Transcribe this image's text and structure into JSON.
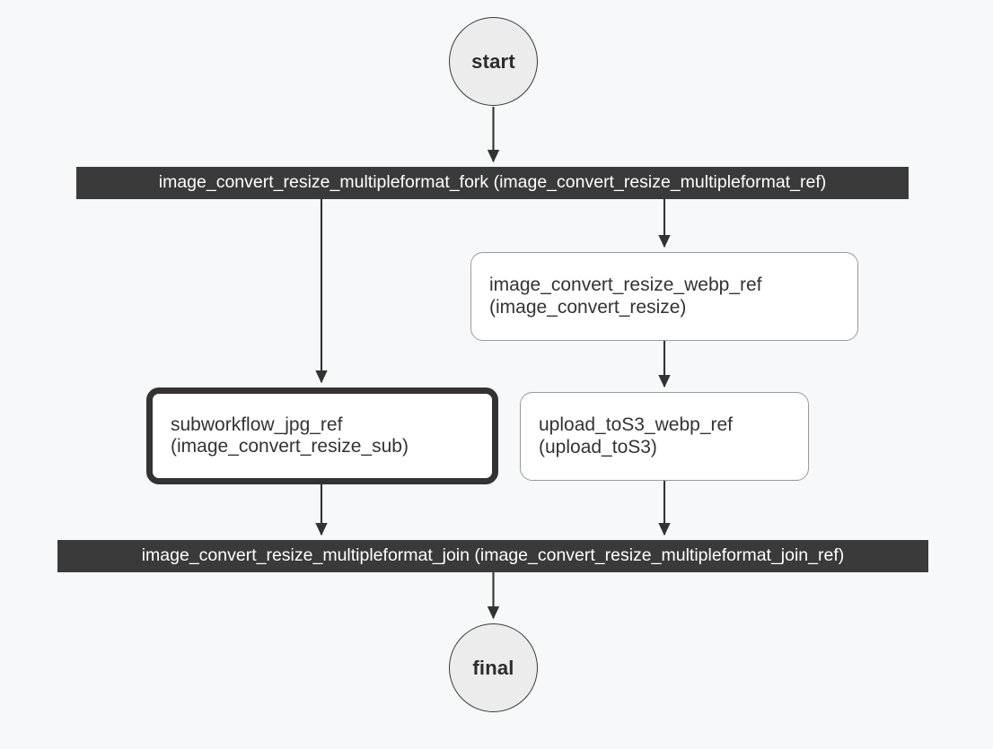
{
  "diagram": {
    "type": "flowchart",
    "direction": "top-to-bottom",
    "background_color": "#f7f8fa",
    "edge_color": "#333333",
    "bar_fill_color": "#3a3a3a",
    "bar_text_color": "#ffffff",
    "node_fill_color": "#ffffff",
    "node_border_color": "#9a9a9a",
    "terminal_fill_color": "#ececec",
    "terminal_border_color": "#3a3a3a"
  },
  "nodes": {
    "start": {
      "label": "start",
      "shape": "circle"
    },
    "fork": {
      "label": "image_convert_resize_multipleformat_fork (image_convert_resize_multipleformat_ref)",
      "shape": "bar"
    },
    "webp": {
      "line1": "image_convert_resize_webp_ref",
      "line2": "(image_convert_resize)",
      "shape": "rounded-rect"
    },
    "subworkflow": {
      "line1": "subworkflow_jpg_ref",
      "line2": "(image_convert_resize_sub)",
      "shape": "rounded-rect-thick"
    },
    "upload": {
      "line1": "upload_toS3_webp_ref",
      "line2": "(upload_toS3)",
      "shape": "rounded-rect"
    },
    "join": {
      "label": "image_convert_resize_multipleformat_join (image_convert_resize_multipleformat_join_ref)",
      "shape": "bar"
    },
    "final": {
      "label": "final",
      "shape": "circle"
    }
  },
  "edges": [
    {
      "from": "start",
      "to": "fork"
    },
    {
      "from": "fork",
      "to": "subworkflow"
    },
    {
      "from": "fork",
      "to": "webp"
    },
    {
      "from": "webp",
      "to": "upload"
    },
    {
      "from": "subworkflow",
      "to": "join"
    },
    {
      "from": "upload",
      "to": "join"
    },
    {
      "from": "join",
      "to": "final"
    }
  ]
}
